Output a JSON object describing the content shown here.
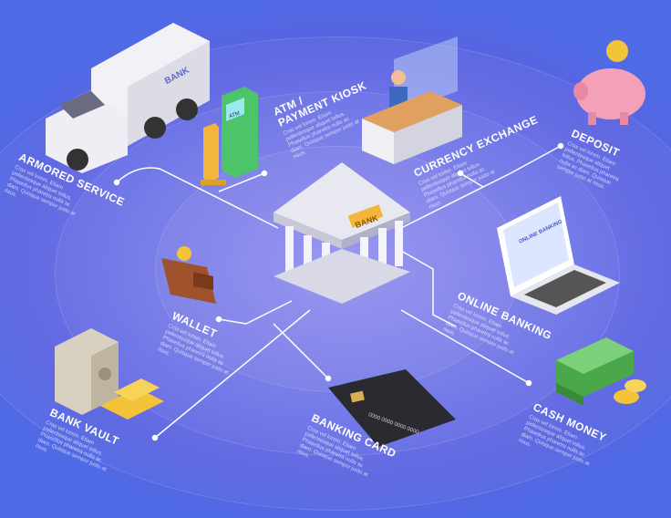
{
  "description_text": "Cras vel lorem. Etiam pellentesque aliquet tellus. Phasellus pharetra nulla ac diam. Quisque semper justo at risus.",
  "center": {
    "sign": "BANK"
  },
  "items": [
    {
      "id": "armored",
      "title": "ARMORED SERVICE",
      "truck_sign": "BANK"
    },
    {
      "id": "atm",
      "title": "ATM /\nPAYMENT KIOSK",
      "screen": "ATM"
    },
    {
      "id": "currency",
      "title": "CURRENCY EXCHANGE"
    },
    {
      "id": "deposit",
      "title": "DEPOSIT"
    },
    {
      "id": "online",
      "title": "ONLINE BANKING",
      "screen": "ONLINE BANKING"
    },
    {
      "id": "wallet",
      "title": "WALLET"
    },
    {
      "id": "vault",
      "title": "BANK VAULT"
    },
    {
      "id": "card",
      "title": "BANKING CARD",
      "card_number": "0000 0000 0000 0000"
    },
    {
      "id": "cash",
      "title": "CASH MONEY"
    }
  ],
  "colors": {
    "bg": "#5a63e0",
    "line": "#ffffff"
  }
}
